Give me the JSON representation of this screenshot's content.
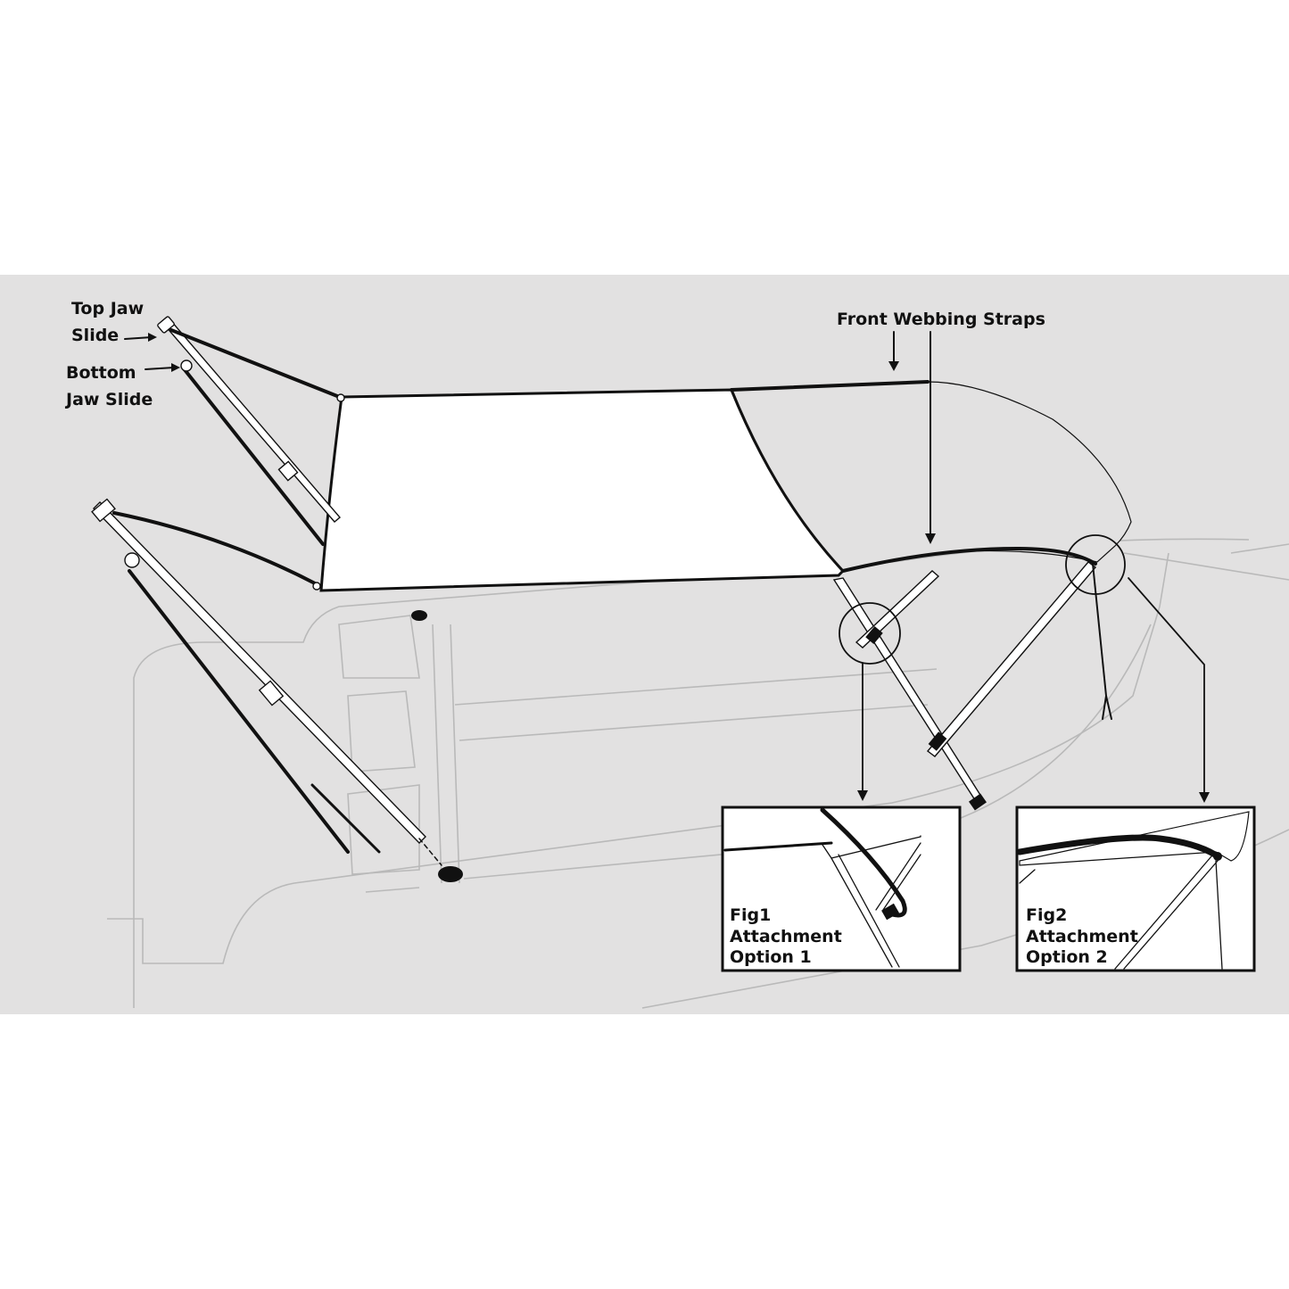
{
  "labels": {
    "top_jaw_slide": [
      "Top Jaw",
      "Slide"
    ],
    "bottom_jaw_slide": [
      "Bottom",
      "Jaw Slide"
    ],
    "front_webbing_straps": "Front Webbing Straps"
  },
  "insets": [
    {
      "title": "Fig1",
      "line2": "Attachment",
      "line3": "Option 1"
    },
    {
      "title": "Fig2",
      "line2": "Attachment",
      "line3": "Option 2"
    }
  ],
  "colors": {
    "panel": "#e2e1e1",
    "line": "#111111",
    "boat": "#b9b9b9"
  }
}
